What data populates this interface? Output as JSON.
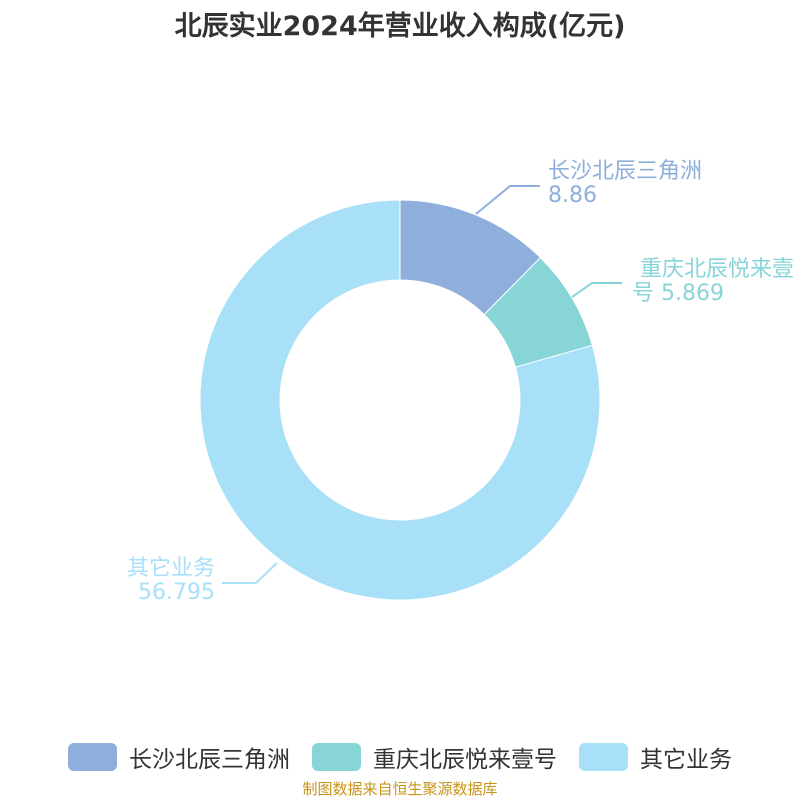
{
  "title": "北辰实业2024年营业收入构成(亿元)",
  "chart_data": {
    "type": "pie",
    "variant": "donut",
    "title": "北辰实业2024年营业收入构成(亿元)",
    "categories": [
      "长沙北辰三角洲",
      "重庆北辰悦来壹号",
      "其它业务"
    ],
    "values": [
      8.86,
      5.869,
      56.795
    ],
    "value_labels": [
      "8.86",
      "5.869",
      "56.795"
    ],
    "colors": [
      "#8eaedb",
      "#88d5d8",
      "#a8e0f8"
    ],
    "legend_position": "bottom"
  },
  "source": "制图数据来自恒生聚源数据库"
}
